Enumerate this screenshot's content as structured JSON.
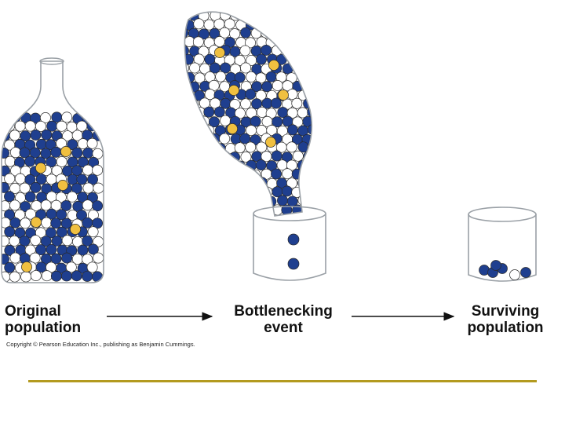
{
  "labels": {
    "original": [
      "Original",
      "population"
    ],
    "bottleneck": [
      "Bottlenecking",
      "event"
    ],
    "surviving": [
      "Surviving",
      "population"
    ]
  },
  "copyright": "Copyright © Pearson Education Inc., publishing as Benjamin Cummings.",
  "colors": {
    "blue_marble": "#1f3f8f",
    "white_marble": "#ffffff",
    "yellow_marble": "#f0c040",
    "glass_outline": "#9aa0a6",
    "arrow": "#111111",
    "footer_rule": "#b39a1f"
  },
  "surviving_marbles": [
    "blue",
    "blue",
    "blue",
    "blue",
    "white",
    "blue"
  ],
  "falling_marbles": [
    "blue",
    "blue"
  ]
}
